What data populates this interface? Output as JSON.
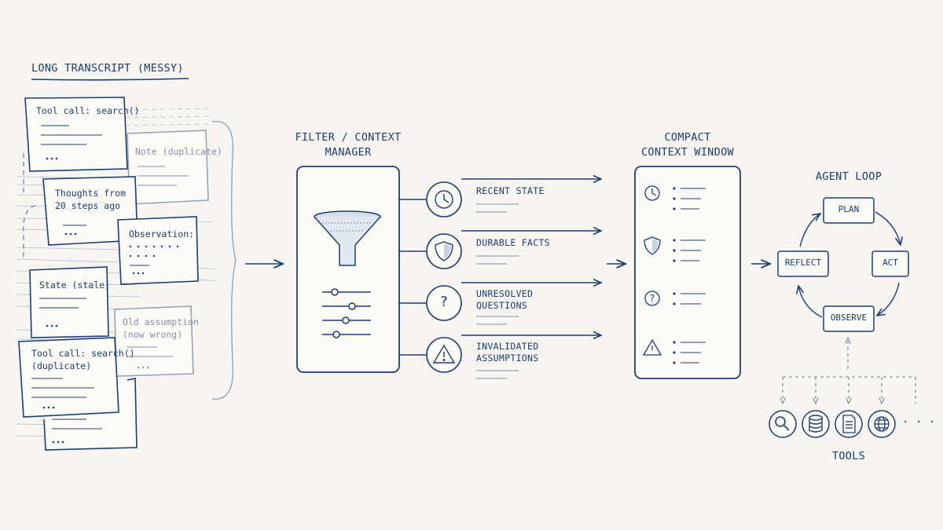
{
  "transcript": {
    "title": "LONG TRANSCRIPT (MESSY)",
    "cards": [
      {
        "text": "Tool call: search()",
        "faded": false
      },
      {
        "text": "Note (duplicate)",
        "faded": true
      },
      {
        "text": "Thoughts from\n20 steps ago",
        "faded": false
      },
      {
        "text": "Observation:",
        "faded": false
      },
      {
        "text": "State (stale)",
        "faded": false
      },
      {
        "text": "Old assumption\n(now wrong)",
        "faded": true
      },
      {
        "text": "Tool call: search()\n(duplicate)",
        "faded": false
      }
    ]
  },
  "filter": {
    "title": "FILTER / CONTEXT\nMANAGER",
    "icon": "funnel-icon"
  },
  "categories": [
    {
      "label": "RECENT STATE",
      "icon": "clock-icon"
    },
    {
      "label": "DURABLE FACTS",
      "icon": "shield-icon"
    },
    {
      "label": "UNRESOLVED\nQUESTIONS",
      "icon": "question-icon"
    },
    {
      "label": "INVALIDATED\nASSUMPTIONS",
      "icon": "warning-icon"
    }
  ],
  "compact": {
    "title": "COMPACT\nCONTEXT WINDOW"
  },
  "agent_loop": {
    "title": "AGENT LOOP",
    "steps": {
      "plan": "PLAN",
      "act": "ACT",
      "observe": "OBSERVE",
      "reflect": "REFLECT"
    }
  },
  "tools": {
    "title": "TOOLS",
    "icons": [
      "search-icon",
      "database-icon",
      "document-icon",
      "globe-icon"
    ],
    "more": "· · ·"
  },
  "colors": {
    "ink": "#1f3d6e",
    "faded_ink": "#8790a0",
    "background": "#f6f5f1",
    "paper": "#fbfbf8"
  }
}
